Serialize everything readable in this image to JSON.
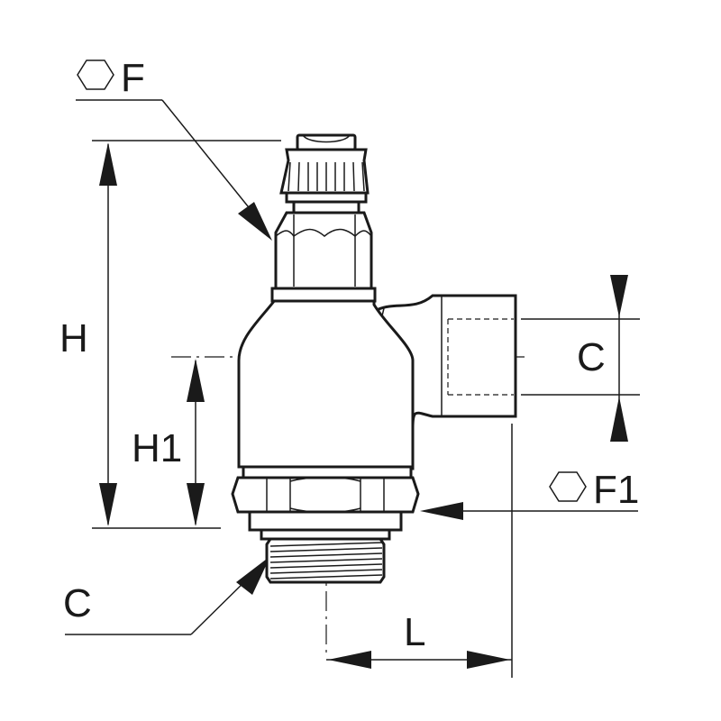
{
  "labels": {
    "hex_top": "F",
    "height": "H",
    "height_axis": "H1",
    "port_side": "C",
    "hex_bottom": "F1",
    "thread_bottom": "C",
    "length": "L"
  },
  "icons": {
    "hex_top": "hexagon-icon",
    "hex_bottom": "hexagon-icon"
  },
  "colors": {
    "line": "#1a1a1a",
    "background": "#ffffff"
  }
}
